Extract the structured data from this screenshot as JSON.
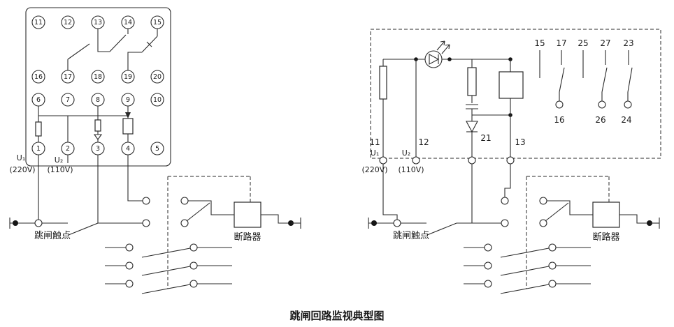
{
  "caption": "跳闸回路监视典型图",
  "colors": {
    "line": "#2a2a2a",
    "background": "#ffffff"
  },
  "left_unit": {
    "terminal_rows": [
      [
        "11",
        "12",
        "13",
        "14",
        "15"
      ],
      [
        "16",
        "17",
        "18",
        "19",
        "20"
      ],
      [
        "6",
        "7",
        "8",
        "9",
        "10"
      ],
      [
        "1",
        "2",
        "3",
        "4",
        "5"
      ]
    ],
    "u1_label": "U₁",
    "u1_voltage": "(220V)",
    "u2_label": "U₂",
    "u2_voltage": "(110V)",
    "trip_contact_label": "跳闸触点",
    "breaker_label": "断路器"
  },
  "right_unit": {
    "top_contact_numbers": [
      "15",
      "17",
      "25",
      "27",
      "23"
    ],
    "moving_contact_numbers": [
      "16",
      "26",
      "24"
    ],
    "terminal_11": "11",
    "terminal_12": "12",
    "terminal_13": "13",
    "terminal_21": "21",
    "u1_label": "U₁",
    "u1_voltage": "(220V)",
    "u2_label": "U₂",
    "u2_voltage": "(110V)",
    "trip_contact_label": "跳闸触点",
    "breaker_label": "断路器"
  }
}
